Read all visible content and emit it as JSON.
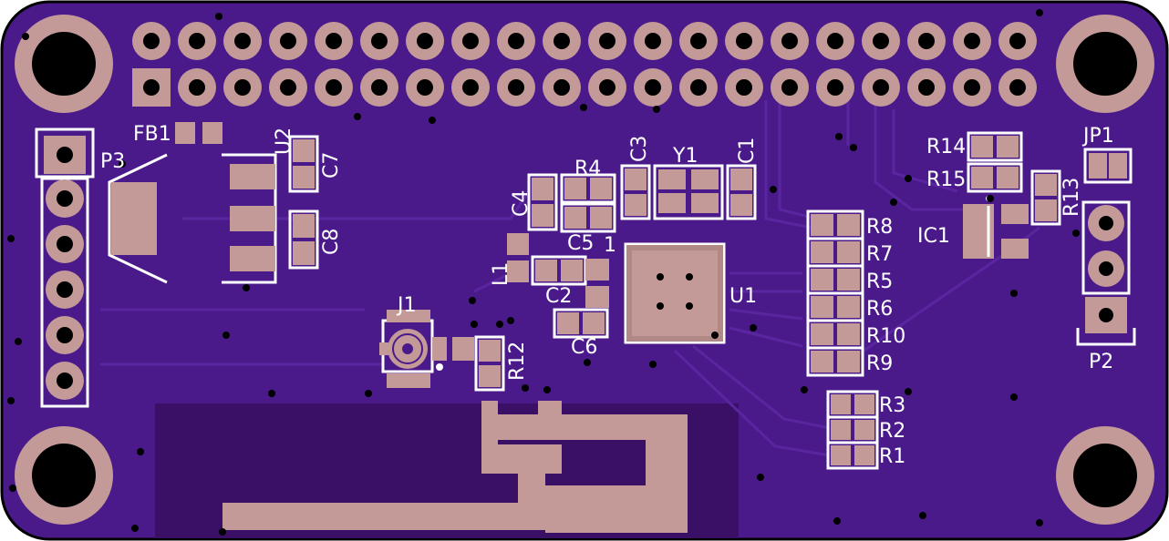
{
  "board": {
    "colors": {
      "substrate": "#4b1a8a",
      "substrate_dark": "#3a0f66",
      "copper": "#c49a98",
      "silk": "#ffffff",
      "drill": "#000000"
    }
  },
  "labels": {
    "fb1": "FB1",
    "p3": "P3",
    "u2": "U2",
    "c7": "C7",
    "c8": "C8",
    "c4": "C4",
    "r4": "R4",
    "c5": "C5",
    "c3": "C3",
    "y1": "Y1",
    "c1": "C1",
    "l1": "L1",
    "c2": "C2",
    "c6": "C6",
    "u1": "U1",
    "j1": "J1",
    "r12": "R12",
    "r14": "R14",
    "r15": "R15",
    "jp1": "JP1",
    "r13": "R13",
    "ic1": "IC1",
    "p2": "P2",
    "r8": "R8",
    "r7": "R7",
    "r5": "R5",
    "r6": "R6",
    "r10": "R10",
    "r9": "R9",
    "r3": "R3",
    "r2": "R2",
    "r1": "R1",
    "u1_pin1": "1"
  }
}
